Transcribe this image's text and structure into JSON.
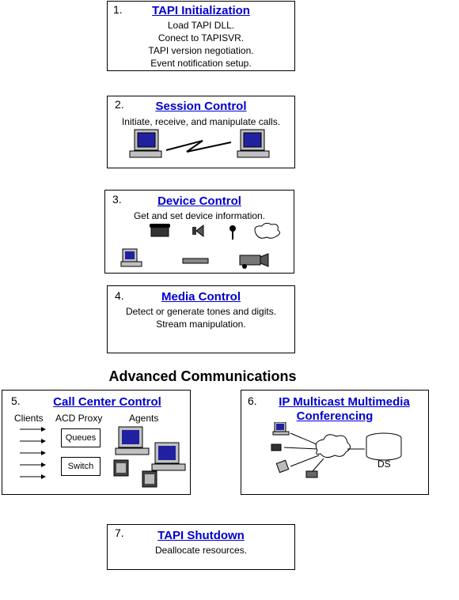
{
  "boxes": [
    {
      "num": "1.",
      "title": "TAPI Initialization",
      "lines": [
        "Load TAPI DLL.",
        "Conect to TAPISVR.",
        "TAPI version negotiation.",
        "Event notification setup."
      ]
    },
    {
      "num": "2.",
      "title": "Session Control",
      "lines": [
        "Initiate, receive, and manipulate calls."
      ]
    },
    {
      "num": "3.",
      "title": "Device Control",
      "lines": [
        "Get and set device information."
      ]
    },
    {
      "num": "4.",
      "title": "Media Control",
      "lines": [
        "Detect or generate tones and digits.",
        "Stream manipulation."
      ]
    },
    {
      "num": "5.",
      "title": "Call Center Control",
      "columns": [
        "Clients",
        "ACD Proxy",
        "Agents"
      ],
      "buttons": [
        "Queues",
        "Switch"
      ]
    },
    {
      "num": "6.",
      "title_line1": "IP Multicast Multimedia",
      "title_line2": "Conferencing",
      "ds_label": "DS"
    },
    {
      "num": "7.",
      "title": "TAPI Shutdown",
      "lines": [
        "Deallocate resources."
      ]
    }
  ],
  "heading": "Advanced Communications",
  "colors": {
    "link": "#0000cc",
    "border": "#000000",
    "screen": "#2020a0",
    "monitor": "#c0c0c0"
  }
}
